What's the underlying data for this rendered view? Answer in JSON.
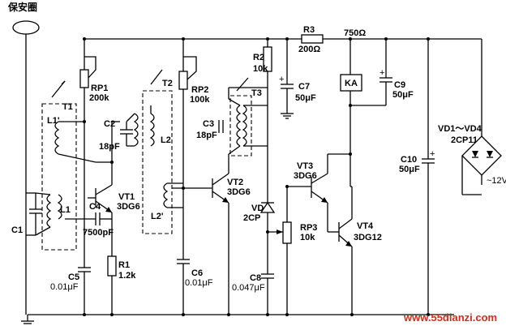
{
  "antenna_label": "保安圈",
  "watermark": "www.55dianzi.com",
  "stage1": {
    "t1": "T1",
    "l1p": "L1'",
    "l1": "L1",
    "c1": "C1",
    "rp1": "RP1",
    "rp1_val": "200k",
    "c4": "C4",
    "c4_val": "7500pF",
    "c5": "C5",
    "c5_val": "0.01μF",
    "vt1": "VT1",
    "vt1_type": "3DG6",
    "r1": "R1",
    "r1_val": "1.2k"
  },
  "stage2": {
    "c2": "C2",
    "c2_val": "18pF",
    "t2": "T2",
    "l2": "L2",
    "l2p": "L2'",
    "rp2": "RP2",
    "rp2_val": "100k",
    "c6": "C6",
    "c6_val": "0.01μF",
    "vt2": "VT2",
    "vt2_type": "3DG6"
  },
  "stage3": {
    "r2": "R2",
    "r2_val": "10k",
    "t3": "T3",
    "c3": "C3",
    "c3_val": "18pF",
    "vd": "VD",
    "vd_type": "2CP",
    "rp3": "RP3",
    "rp3_val": "10k",
    "c8": "C8",
    "c8_val": "0.047μF",
    "c7": "C7",
    "c7_val": "50μF"
  },
  "stage4": {
    "r3": "R3",
    "r3_val": "200Ω",
    "ka_res": "750Ω",
    "ka": "KA",
    "c9": "C9",
    "c9_val": "50μF",
    "vt3": "VT3",
    "vt3_type": "3DG6",
    "vt4": "VT4",
    "vt4_type": "3DG12",
    "c10": "C10",
    "c10_val": "50μF",
    "vd14": "VD1～VD4",
    "vd14_type": "2CP11",
    "partial": "~12V"
  }
}
